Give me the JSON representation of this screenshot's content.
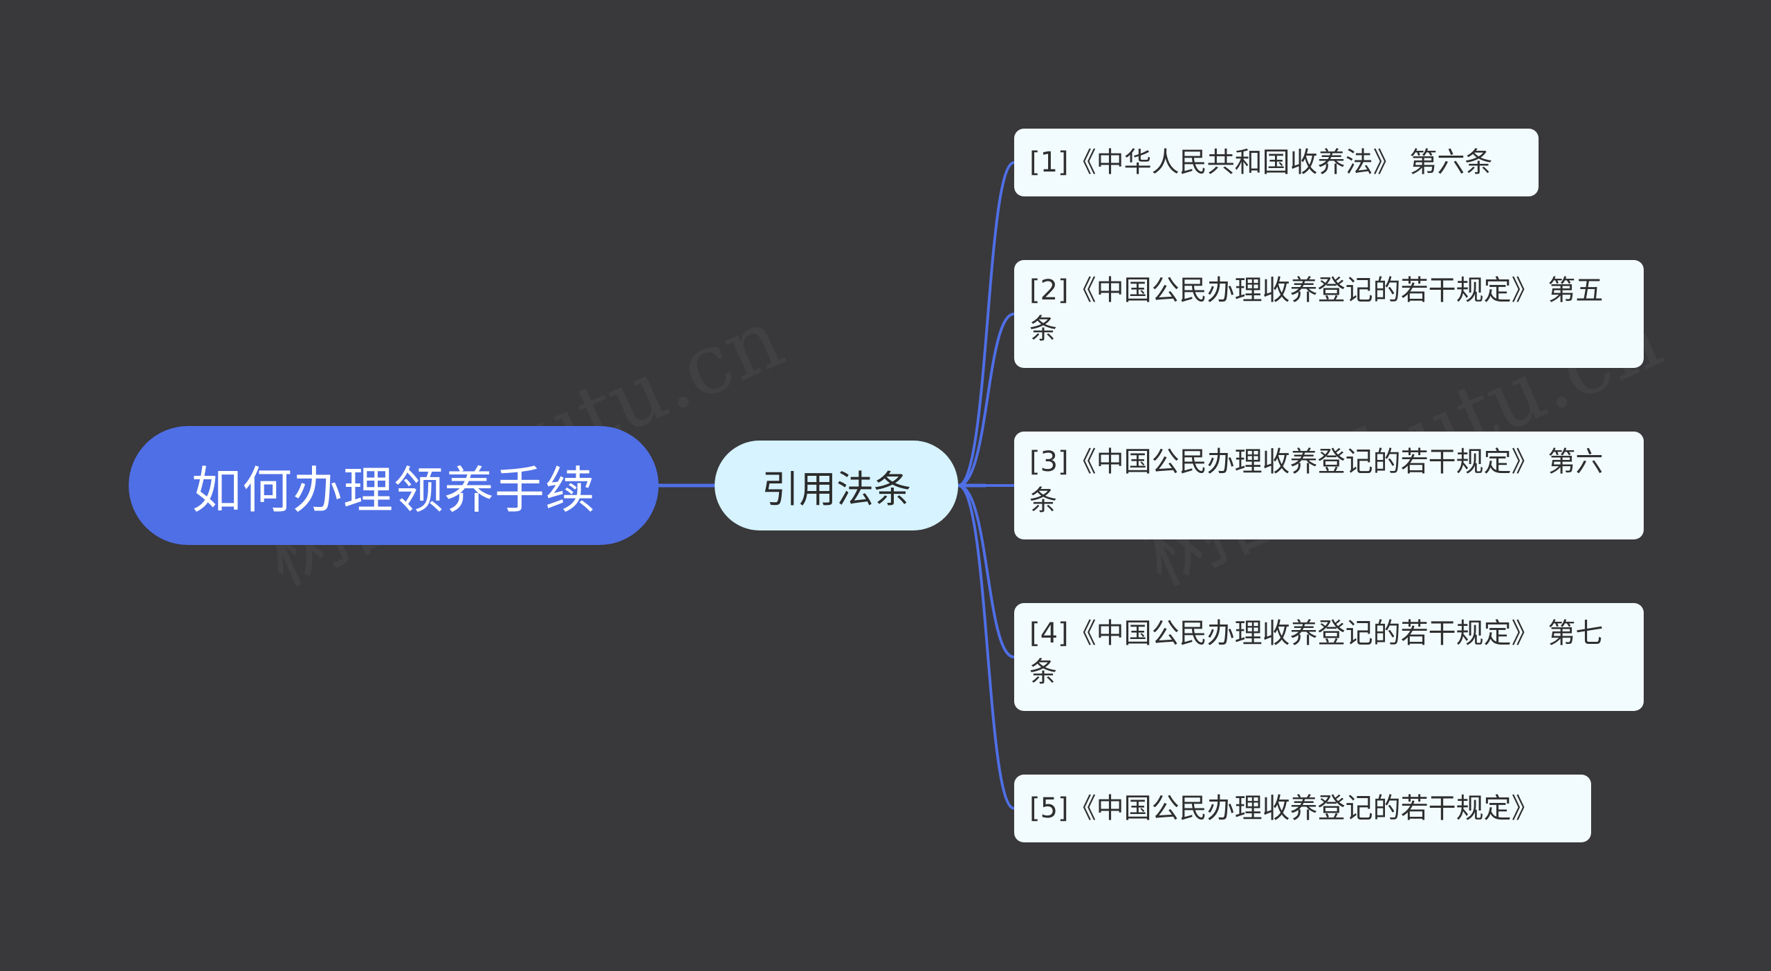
{
  "mindmap": {
    "root": {
      "label": "如何办理领养手续"
    },
    "branch": {
      "label": "引用法条"
    },
    "leaves": [
      {
        "label": "[1]《中华人民共和国收养法》 第六条"
      },
      {
        "label": "[2]《中国公民办理收养登记的若干规定》 第五条"
      },
      {
        "label": "[3]《中国公民办理收养登记的若干规定》 第六条"
      },
      {
        "label": "[4]《中国公民办理收养登记的若干规定》 第七条"
      },
      {
        "label": "[5]《中国公民办理收养登记的若干规定》"
      }
    ]
  },
  "colors": {
    "background": "#39383a",
    "root_fill": "#4f6fe6",
    "branch_fill": "#d6f3ff",
    "leaf_fill": "#f2fcff",
    "connector": "#4f6fe6"
  },
  "watermark": "树图 shutu.cn"
}
